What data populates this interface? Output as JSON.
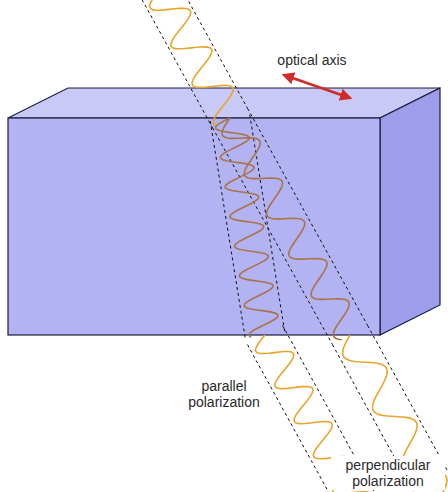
{
  "diagram": {
    "labels": [
      "optical axis",
      "parallel polarization",
      "perpendicular polarization"
    ]
  }
}
